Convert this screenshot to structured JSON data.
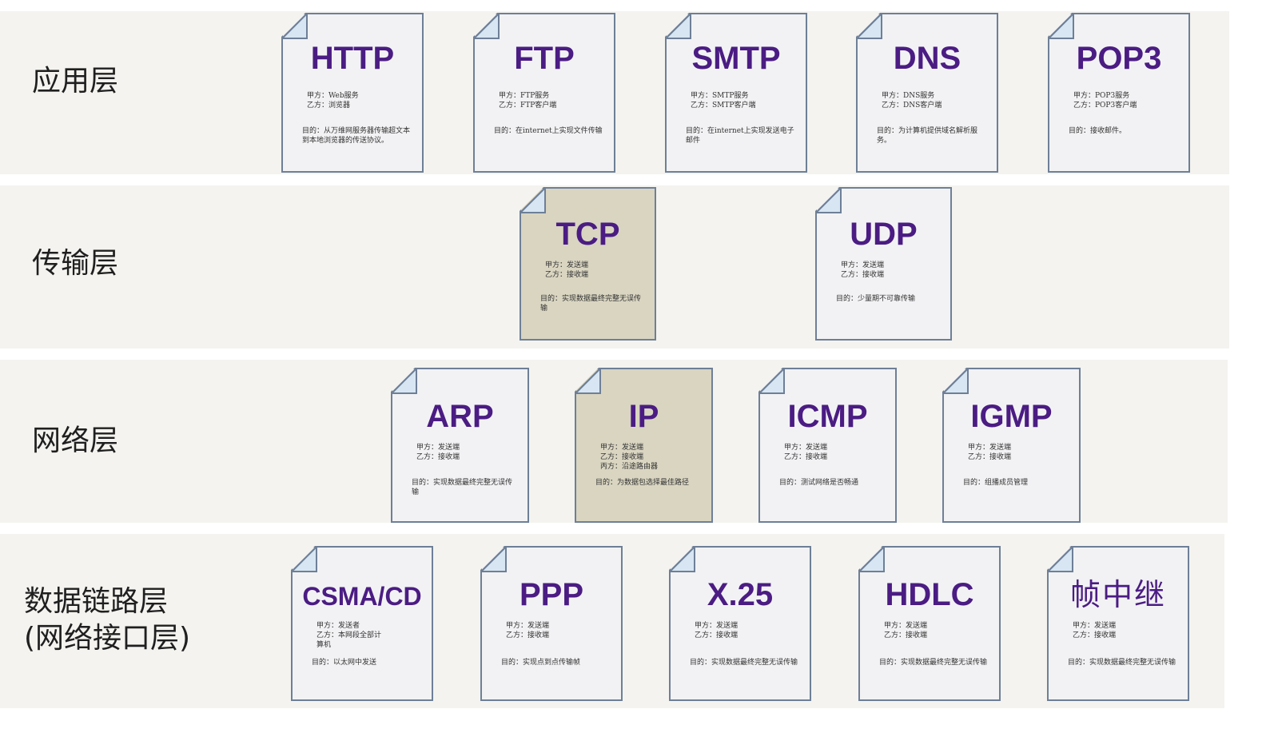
{
  "layers": [
    {
      "label": "应用层",
      "protocols": [
        {
          "name": "HTTP",
          "parties": "甲方：Web服务\n乙方：浏览器",
          "purpose": "目的：从万维网服务器传输超文本到本地浏览器的传送协议。",
          "color": "#f2f2f4"
        },
        {
          "name": "FTP",
          "parties": "甲方：FTP服务\n乙方：FTP客户端",
          "purpose": "目的：在internet上实现文件传输",
          "color": "#f2f2f4"
        },
        {
          "name": "SMTP",
          "parties": "甲方：SMTP服务\n乙方：SMTP客户端",
          "purpose": "目的：在internet上实现发送电子邮件",
          "color": "#f2f2f4"
        },
        {
          "name": "DNS",
          "parties": "甲方：DNS服务\n乙方：DNS客户端",
          "purpose": "目的：为计算机提供域名解析服务。",
          "color": "#f2f2f4"
        },
        {
          "name": "POP3",
          "parties": "甲方：POP3服务\n乙方：POP3客户端",
          "purpose": "目的：接收邮件。",
          "color": "#f2f2f4"
        }
      ]
    },
    {
      "label": "传输层",
      "protocols": [
        {
          "name": "TCP",
          "parties": "甲方：发送端\n乙方：接收端",
          "purpose": "目的：实现数据最终完整无误传输",
          "color": "#d9d5c1"
        },
        {
          "name": "UDP",
          "parties": "甲方：发送端\n乙方：接收端",
          "purpose": "目的：少量期不可靠传输",
          "color": "#f2f2f4"
        }
      ]
    },
    {
      "label": "网络层",
      "protocols": [
        {
          "name": "ARP",
          "parties": "甲方：发送端\n乙方：接收端",
          "purpose": "目的：实现数据最终完整无误传输",
          "color": "#f2f2f4"
        },
        {
          "name": "IP",
          "parties": "甲方：发送端\n乙方：接收端\n丙方：沿途路由器",
          "purpose": "目的：为数据包选择最佳路径",
          "color": "#d9d5c1"
        },
        {
          "name": "ICMP",
          "parties": "甲方：发送端\n乙方：接收端",
          "purpose": "目的：测试网络是否畅通",
          "color": "#f2f2f4"
        },
        {
          "name": "IGMP",
          "parties": "甲方：发送端\n乙方：接收端",
          "purpose": "目的：组播成员管理",
          "color": "#f2f2f4"
        }
      ]
    },
    {
      "label": "数据链路层\n(网络接口层)",
      "protocols": [
        {
          "name": "CSMA/CD",
          "parties": "甲方：发送者\n乙方：本网段全部计算机",
          "purpose": "目的：以太网中发送",
          "color": "#f2f2f4"
        },
        {
          "name": "PPP",
          "parties": "甲方：发送端\n乙方：接收端",
          "purpose": "目的：实现点到点传输帧",
          "color": "#f2f2f4"
        },
        {
          "name": "X.25",
          "parties": "甲方：发送端\n乙方：接收端",
          "purpose": "目的：实现数据最终完整无误传输",
          "color": "#f2f2f4"
        },
        {
          "name": "HDLC",
          "parties": "甲方：发送端\n乙方：接收端",
          "purpose": "目的：实现数据最终完整无误传输",
          "color": "#f2f2f4"
        },
        {
          "name": "帧中继",
          "parties": "甲方：发送端\n乙方：接收端",
          "purpose": "目的：实现数据最终完整无误传输",
          "color": "#f2f2f4"
        }
      ]
    }
  ]
}
